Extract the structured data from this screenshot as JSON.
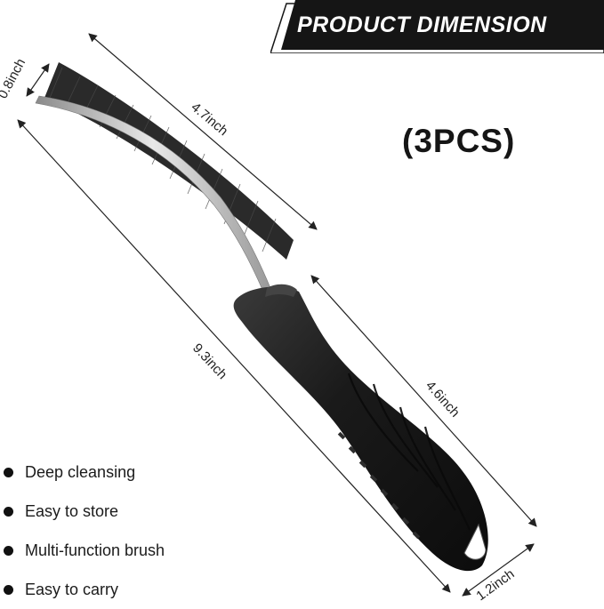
{
  "banner": {
    "title": "PRODUCT DIMENSION",
    "color": "#151515"
  },
  "quantity_label": "(3PCS)",
  "dimensions": {
    "bristle_height": "0.8inch",
    "brush_head_length": "4.7inch",
    "total_length": "9.3inch",
    "handle_length": "4.6inch",
    "handle_width": "1.2inch"
  },
  "features": [
    "Deep cleansing",
    "Easy to store",
    "Multi-function brush",
    "Easy to carry"
  ],
  "colors": {
    "handle": "#1a1a1a",
    "bristles": "#2a2a2a",
    "metal": "#c9c9c9"
  }
}
